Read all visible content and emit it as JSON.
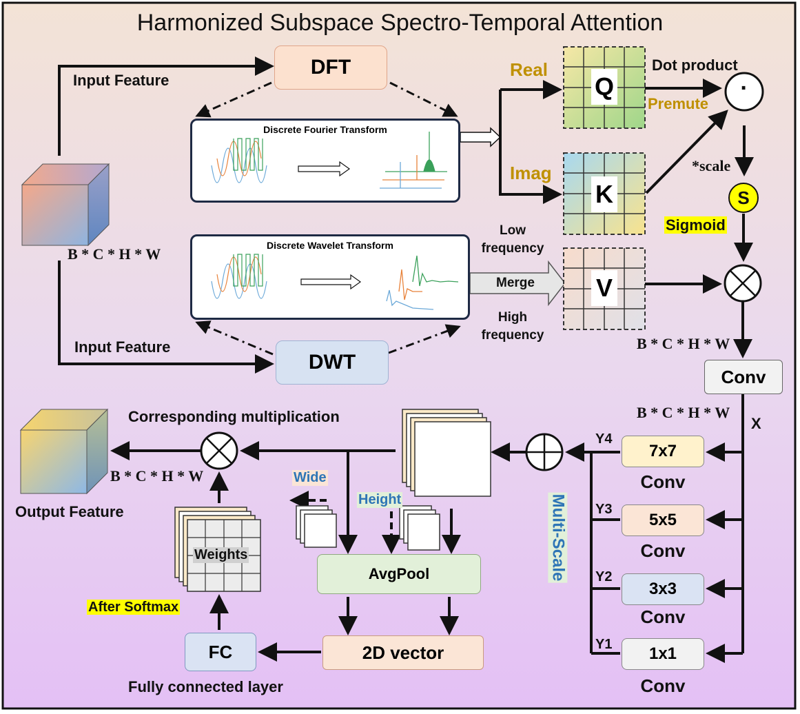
{
  "title": "Harmonized Subspace Spectro-Temporal Attention",
  "blocks": {
    "dft": "DFT",
    "dwt": "DWT",
    "conv": "Conv",
    "avgpool": "AvgPool",
    "vector_2d": "2D vector",
    "fc": "FC",
    "k7": "7x7",
    "k5": "5x5",
    "k3": "3x3",
    "k1": "1x1",
    "conv_label": "Conv"
  },
  "panels": {
    "dft_title": "Discrete Fourier Transform",
    "dwt_title": "Discrete Wavelet Transform"
  },
  "labels": {
    "input_feature_top": "Input Feature",
    "input_feature_bottom": "Input Feature",
    "shape": "B * C * H * W",
    "real": "Real",
    "imag": "Imag",
    "q": "Q",
    "k": "K",
    "v": "V",
    "dot_product": "Dot product",
    "premute": "Premute",
    "dot_symbol": "·",
    "scale": "*scale",
    "s": "S",
    "sigmoid": "Sigmoid",
    "low_frequency": "Low\nfrequency",
    "merge": "Merge",
    "high_frequency": "High\nfrequency",
    "x": "X",
    "y4": "Y4",
    "y3": "Y3",
    "y2": "Y2",
    "y1": "Y1",
    "multi_scale": "Multi-Scale",
    "corresponding_multiplication": "Corresponding multiplication",
    "output_feature": "Output Feature",
    "wide": "Wide",
    "height": "Height",
    "weights": "Weights",
    "after_softmax": "After Softmax",
    "fully_connected_layer": "Fully connected layer"
  },
  "colors": {
    "background_top": "#f3e3d6",
    "background_bottom": "#e6c2f4",
    "dft_fill": "#fce1cf",
    "dwt_fill": "#d7e2f2",
    "conv7_fill": "#fff2cc",
    "conv5_fill": "#fbe5d6",
    "conv3_fill": "#dae3f3",
    "conv1_fill": "#f2f2f2",
    "avgpool_fill": "#e2f0d9",
    "vector_fill": "#fbe5d6",
    "fc_fill": "#dae3f3",
    "label_gold": "#bf9000",
    "label_blue": "#2e75b6",
    "highlight": "#ffff00"
  }
}
